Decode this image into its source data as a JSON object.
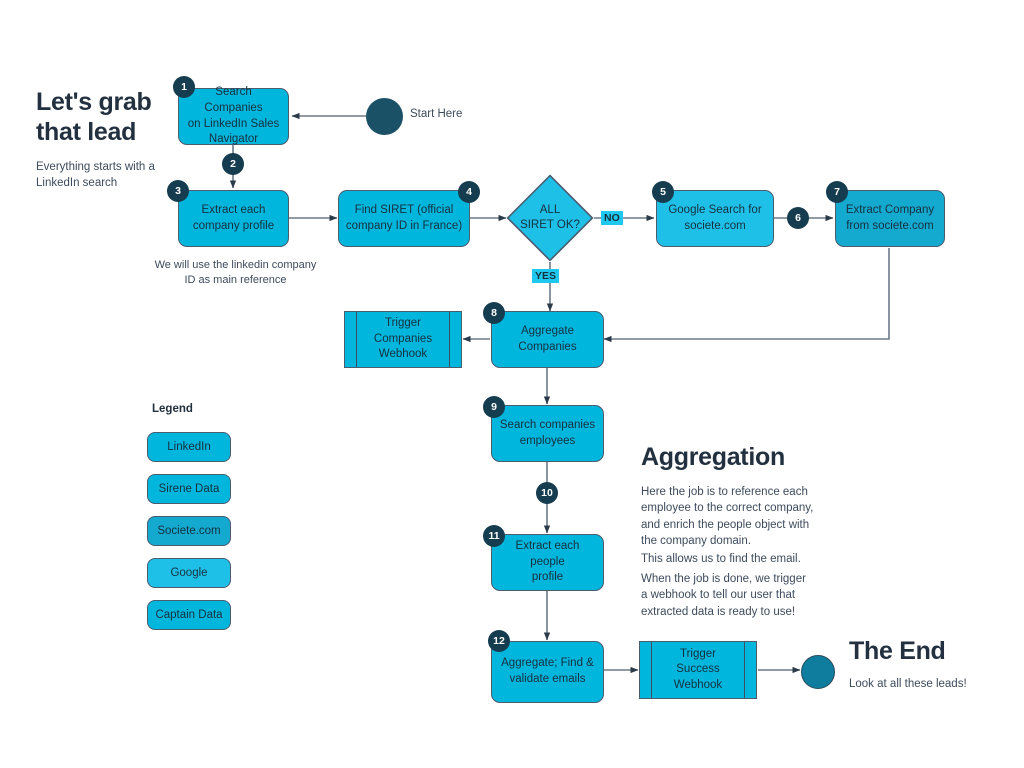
{
  "titles": {
    "left_heading": "Let's grab\nthat lead",
    "left_sub": "Everything starts with a\nLinkedIn search",
    "mid_caption": "We will use the linkedin company\nID as main reference",
    "agg_heading": "Aggregation",
    "agg_p1": "Here the job is to reference each\nemployee to the correct company,\nand enrich the people object with\nthe company domain.",
    "agg_p2": "This allows us to find the email.",
    "agg_p3": "When the job is done, we trigger\na webhook to tell our user that\nextracted data is ready to use!",
    "end_heading": "The End",
    "end_sub": "Look at all these leads!",
    "start_label": "Start Here"
  },
  "legend": {
    "title": "Legend",
    "items": [
      {
        "label": "LinkedIn",
        "color": "#00b6dd"
      },
      {
        "label": "Sirene Data",
        "color": "#00b6dd"
      },
      {
        "label": "Societe.com",
        "color": "#14a9cf"
      },
      {
        "label": "Google",
        "color": "#1fc0e8"
      },
      {
        "label": "Captain Data",
        "color": "#00b6dd"
      }
    ]
  },
  "nodes": {
    "n1": {
      "label": "Search Companies\non LinkedIn Sales\nNavigator",
      "badge": "1"
    },
    "n3": {
      "label": "Extract each\ncompany profile",
      "badge": "3"
    },
    "n4": {
      "label": "Find SIRET (official\ncompany ID in France)",
      "badge": "4"
    },
    "n5": {
      "label": "Google Search for\nsociete.com",
      "badge": "5"
    },
    "n7": {
      "label": "Extract Company\nfrom societe.com",
      "badge": "7"
    },
    "n8": {
      "label": "Aggregate\nCompanies",
      "badge": "8"
    },
    "n9": {
      "label": "Search companies\nemployees",
      "badge": "9"
    },
    "n11": {
      "label": "Extract each people\nprofile",
      "badge": "11"
    },
    "n12": {
      "label": "Aggregate; Find &\nvalidate emails",
      "badge": "12"
    },
    "decision": {
      "label": "ALL\nSIRET OK?"
    },
    "webhook_companies": {
      "label": "Trigger\nCompanies\nWebhook"
    },
    "webhook_success": {
      "label": "Trigger\nSuccess\nWebhook"
    }
  },
  "edge_badges": {
    "b2": "2",
    "b6": "6",
    "b10": "10"
  },
  "edge_labels": {
    "no": "NO",
    "yes": "YES"
  },
  "colors": {
    "cyan": "#00b6dd",
    "cyan_light": "#1fc0e8",
    "teal": "#14a9cf",
    "badge_navy": "#163c4f",
    "start_circle": "#1b5166",
    "end_circle": "#0f7e9e",
    "stroke": "#4a5c6e",
    "wire": "#6b7a89",
    "text_dark": "#22303f"
  }
}
